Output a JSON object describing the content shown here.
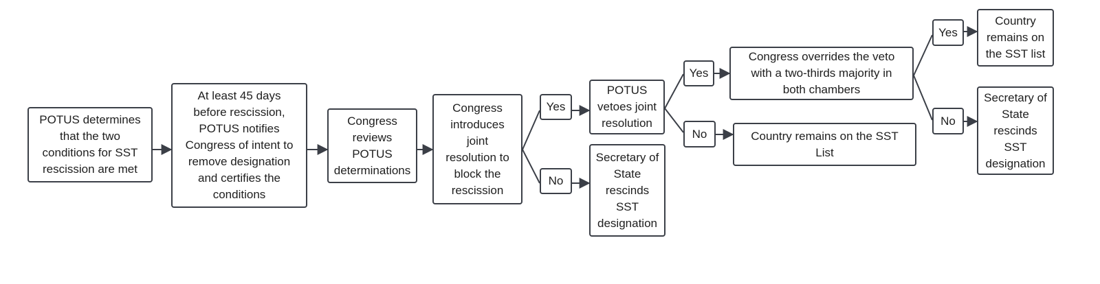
{
  "nodes": {
    "potus_determines": "POTUS determines\nthat the two\nconditions for SST\nrescission are met",
    "notify_congress": "At least 45 days\nbefore rescission,\nPOTUS notifies\nCongress of intent to\nremove designation\nand certifies the\nconditions",
    "congress_reviews": "Congress\nreviews\nPOTUS\ndeterminations",
    "joint_resolution": "Congress\nintroduces\njoint\nresolution to\nblock the\nrescission",
    "potus_vetoes": "POTUS\nvetoes joint\nresolution",
    "sos_rescinds_1": "Secretary of\nState\nrescinds\nSST\ndesignation",
    "congress_overrides": "Congress overrides the veto\nwith a two-thirds majority in\nboth chambers",
    "remains_1": "Country remains on the SST\nList",
    "remains_2": "Country\nremains on\nthe SST list",
    "sos_rescinds_2": "Secretary of\nState\nrescinds\nSST\ndesignation"
  },
  "branch_labels": {
    "yes_1": "Yes",
    "no_1": "No",
    "yes_2": "Yes",
    "no_2": "No",
    "yes_3": "Yes",
    "no_3": "No"
  },
  "colors": {
    "stroke": "#3b3f47",
    "text": "#1e1e1e",
    "background": "#ffffff"
  }
}
